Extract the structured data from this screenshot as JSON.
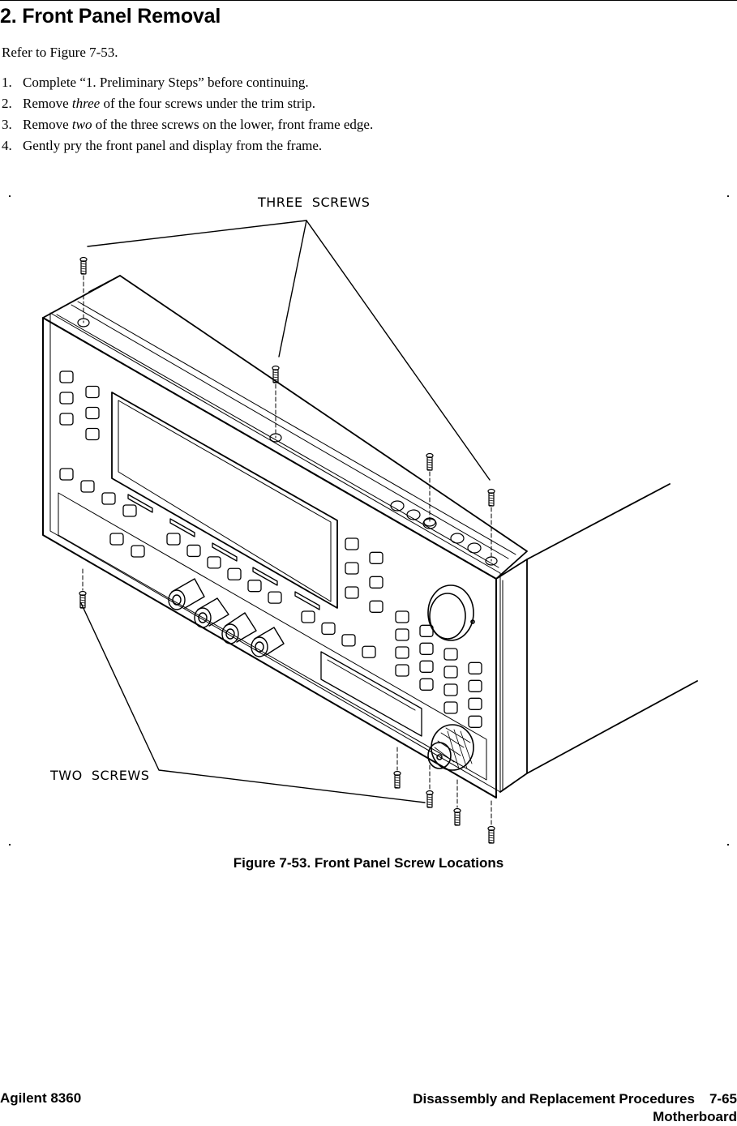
{
  "section": {
    "heading": "2. Front Panel Removal",
    "intro": "Refer to Figure 7-53."
  },
  "steps": [
    {
      "num": "1.",
      "parts": [
        {
          "t": "Complete “1.  Preliminary Steps” before continuing.",
          "i": false
        }
      ]
    },
    {
      "num": "2.",
      "parts": [
        {
          "t": "Remove ",
          "i": false
        },
        {
          "t": "three",
          "i": true
        },
        {
          "t": " of the four screws under the trim strip.",
          "i": false
        }
      ]
    },
    {
      "num": "3.",
      "parts": [
        {
          "t": "Remove ",
          "i": false
        },
        {
          "t": "two",
          "i": true
        },
        {
          "t": " of the three screws on the lower, front frame edge.",
          "i": false
        }
      ]
    },
    {
      "num": "4.",
      "parts": [
        {
          "t": "Gently pry the front panel and display from the frame.",
          "i": false
        }
      ]
    }
  ],
  "figure": {
    "callout_top": "THREE  SCREWS",
    "callout_bottom": "TWO  SCREWS",
    "caption": "Figure 7-53.  Front Panel Screw Locations"
  },
  "footer": {
    "left": "Agilent 8360",
    "right_title": "Disassembly and Replacement Procedures",
    "page": "7-65",
    "subtitle": "Motherboard"
  }
}
